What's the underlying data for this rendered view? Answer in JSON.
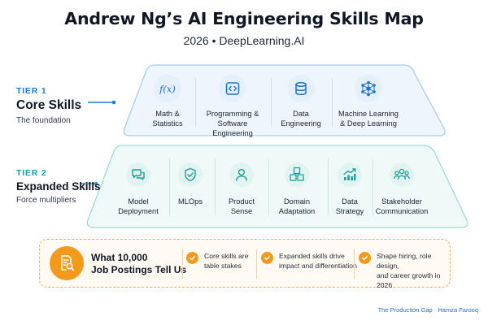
{
  "header": {
    "title": "Andrew Ng’s AI Engineering Skills Map",
    "subtitle": "2026 • DeepLearning.AI"
  },
  "tier1": {
    "tag": "TIER 1",
    "name": "Core Skills",
    "description": "The foundation",
    "skills": [
      {
        "line1": "Math &",
        "line2": "Statistics",
        "icon": "function-icon"
      },
      {
        "line1": "Programming &",
        "line2": "Software Engineering",
        "icon": "code-icon"
      },
      {
        "line1": "Data Engineering",
        "line2": "",
        "icon": "database-icon"
      },
      {
        "line1": "Machine Learning",
        "line2": "& Deep Learning",
        "icon": "neural-network-icon"
      }
    ]
  },
  "tier2": {
    "tag": "TIER 2",
    "name": "Expanded Skills",
    "description": "Force multipliers",
    "skills": [
      {
        "line1": "Model",
        "line2": "Deployment",
        "icon": "chat-bubbles-icon"
      },
      {
        "line1": "MLOps",
        "line2": "",
        "icon": "shield-check-icon"
      },
      {
        "line1": "Product",
        "line2": "Sense",
        "icon": "user-icon"
      },
      {
        "line1": "Domain",
        "line2": "Adaptation",
        "icon": "cubes-icon"
      },
      {
        "line1": "Data",
        "line2": "Strategy",
        "icon": "growth-chart-icon"
      },
      {
        "line1": "Stakeholder",
        "line2": "Communication",
        "icon": "team-icon"
      }
    ]
  },
  "insights": {
    "title_line1": "What 10,000",
    "title_line2": "Job Postings Tell Us",
    "points": [
      {
        "line1": "Core skills are",
        "line2": "table stakes"
      },
      {
        "line1": "Expanded skills drive",
        "line2": "impact and differentiation"
      },
      {
        "line1": "Shape hiring, role design,",
        "line2": "and career growth in 2026"
      }
    ]
  },
  "credit": "The Production Gap · Hamza Farooq",
  "colors": {
    "tier1_accent": "#1f7bd6",
    "tier2_accent": "#1a9fb5",
    "insight_accent": "#f39a1c"
  }
}
